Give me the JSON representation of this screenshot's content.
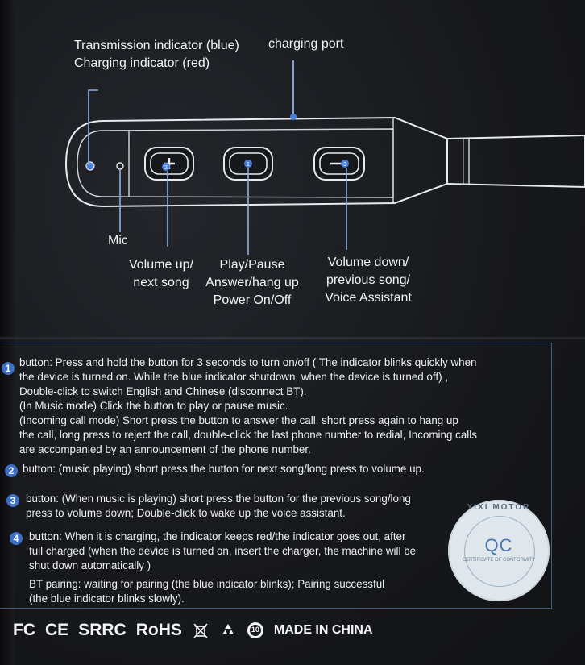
{
  "diagram": {
    "transmission_indicator": "Transmission indicator (blue)",
    "charging_indicator": "Charging indicator (red)",
    "charging_port": "charging port",
    "mic": "Mic",
    "volume_up": [
      "Volume up/",
      "next song"
    ],
    "play_pause": [
      "Play/Pause",
      "Answer/hang up",
      "Power On/Off"
    ],
    "volume_down": [
      "Volume down/",
      "previous song/",
      "Voice Assistant"
    ],
    "button_marks": {
      "b1": "2",
      "b2": "1",
      "b3": "3"
    }
  },
  "instructions": [
    {
      "number": "1",
      "lines": [
        "button: Press and hold the button for 3 seconds to turn on/off ( The indicator blinks quickly when",
        "the device is turned on. While the blue indicator shutdown, when the device is turned off) ,",
        "Double-click to switch English and Chinese (disconnect BT).",
        "(In Music mode) Click the button to play or pause music.",
        "(Incoming call mode) Short press the button to answer the call, short press again to hang up",
        "the call, long press to reject the call, double-click the last phone number to redial, Incoming calls",
        "are accompanied by an announcement of the phone number."
      ]
    },
    {
      "number": "2",
      "lines": [
        "button: (music playing) short press the button for next song/long press to volume up."
      ]
    },
    {
      "number": "3",
      "lines": [
        "button: (When music is playing) short press the button for the previous song/long",
        "press to volume down; Double-click to wake up the voice assistant."
      ]
    },
    {
      "number": "4",
      "lines": [
        "button: When it is charging, the indicator keeps red/the indicator goes out, after",
        "full charged (when the device is turned on, insert the charger, the machine will be",
        "shut down automatically )"
      ]
    },
    {
      "number": "",
      "lines": [
        "BT pairing: waiting for pairing (the blue indicator blinks); Pairing successful",
        "(the blue indicator blinks slowly)."
      ]
    }
  ],
  "seal": {
    "top_text": "YIXI MOTOR",
    "center": "QC",
    "sub": "CERTIFICATE OF CONFORMITY"
  },
  "certifications": {
    "fc": "FC",
    "ce": "CE",
    "srrc": "SRRC",
    "rohs": "RoHS",
    "weee_icon": "crossed-bin-icon",
    "recycle_icon": "recycle-icon",
    "epup_icon": "epup-10-icon",
    "epup_number": "10",
    "made_in": "MADE IN CHINA"
  },
  "colors": {
    "box": "#141518",
    "accent_blue": "#4b7fd6",
    "callout_line": "#8fb0e6",
    "text": "#e9ecef"
  }
}
